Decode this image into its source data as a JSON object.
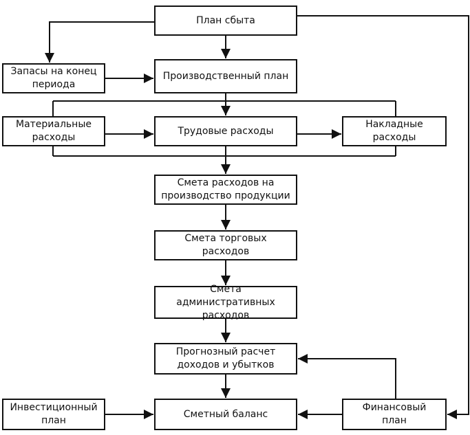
{
  "diagram": {
    "nodes": {
      "sales_plan": "План сбыта",
      "end_inventory": "Запасы на конец\nпериода",
      "production_plan": "Производственный план",
      "material_costs": "Материальные\nрасходы",
      "labor_costs": "Трудовые расходы",
      "overhead_costs": "Накладные\nрасходы",
      "production_cost_estimate": "Смета расходов на\nпроизводство продукции",
      "selling_expense_estimate": "Смета торговых расходов",
      "admin_expense_estimate": "Смета административных\nрасходов",
      "profit_loss_forecast": "Прогнозный расчет\nдоходов и убытков",
      "investment_plan": "Инвестиционный\nплан",
      "budget_balance": "Сметный баланс",
      "financial_plan": "Финансовый\nплан"
    },
    "edges": [
      {
        "from": "sales_plan",
        "to": "production_plan"
      },
      {
        "from": "sales_plan",
        "to": "end_inventory"
      },
      {
        "from": "sales_plan",
        "to": "financial_plan"
      },
      {
        "from": "end_inventory",
        "to": "production_plan"
      },
      {
        "from": "production_plan",
        "to": "labor_costs"
      },
      {
        "from": "material_costs",
        "to": "labor_costs"
      },
      {
        "from": "labor_costs",
        "to": "overhead_costs"
      },
      {
        "from": "labor_costs",
        "to": "production_cost_estimate"
      },
      {
        "from": "production_cost_estimate",
        "to": "selling_expense_estimate"
      },
      {
        "from": "selling_expense_estimate",
        "to": "admin_expense_estimate"
      },
      {
        "from": "admin_expense_estimate",
        "to": "profit_loss_forecast"
      },
      {
        "from": "profit_loss_forecast",
        "to": "budget_balance"
      },
      {
        "from": "investment_plan",
        "to": "budget_balance"
      },
      {
        "from": "financial_plan",
        "to": "budget_balance"
      },
      {
        "from": "financial_plan",
        "to": "profit_loss_forecast"
      }
    ],
    "line_color": "#111111"
  }
}
